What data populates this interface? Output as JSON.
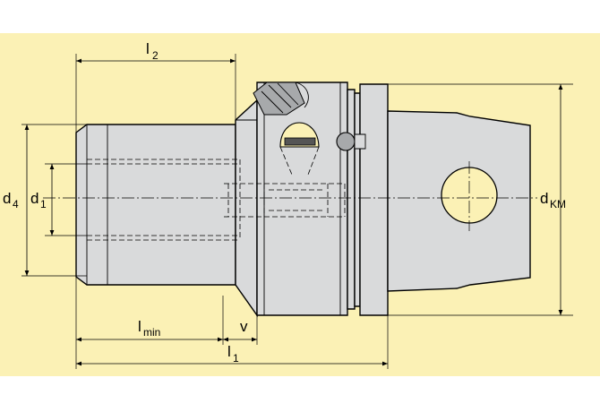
{
  "background_color": "#fbf1b5",
  "part_color": "#d9dadb",
  "hole_color": "#fbf1b5",
  "labels": {
    "l2": {
      "main": "l",
      "sub": "2"
    },
    "d4": {
      "main": "d",
      "sub": "4"
    },
    "d1": {
      "main": "d",
      "sub": "1"
    },
    "dKM": {
      "main": "d",
      "sub": "KM"
    },
    "lmin": {
      "main": "l",
      "sub": "min"
    },
    "v": {
      "main": "v",
      "sub": ""
    },
    "l1": {
      "main": "l",
      "sub": "1"
    }
  }
}
